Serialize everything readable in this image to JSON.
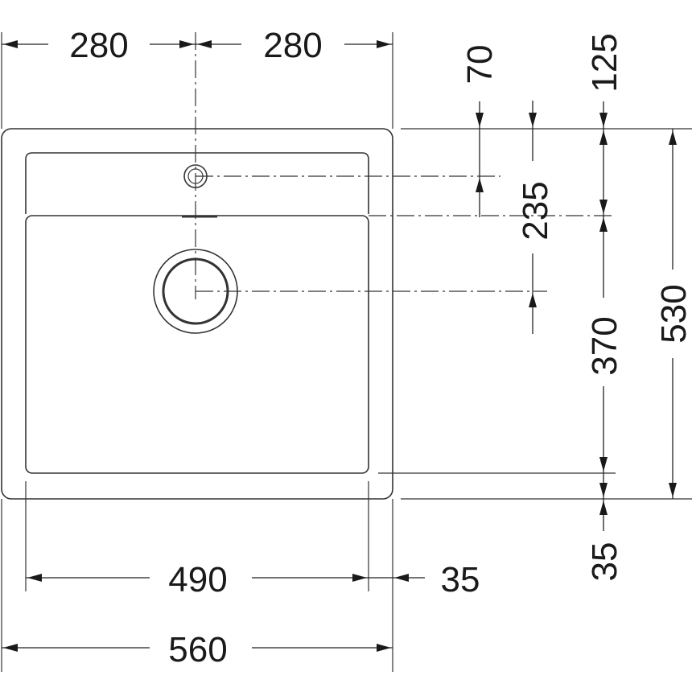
{
  "dimensions": {
    "top_left_half": "280",
    "top_right_half": "280",
    "offset_tap": "70",
    "offset_bowl_top": "125",
    "tap_to_waste": "235",
    "bowl_length": "370",
    "overall_depth": "530",
    "rim_bottom": "35",
    "bowl_width": "490",
    "rim_right": "35",
    "overall_width": "560"
  }
}
